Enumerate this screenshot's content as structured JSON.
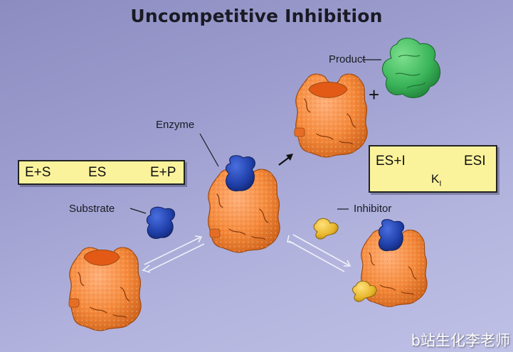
{
  "title": "Uncompetitive Inhibition",
  "labels": {
    "product": "Product",
    "enzyme": "Enzyme",
    "substrate": "Substrate",
    "inhibitor": "Inhibitor",
    "plus": "+"
  },
  "equation_left": {
    "e_s": "E+S",
    "es": "ES",
    "e_p": "E+P"
  },
  "equation_right": {
    "es_i": "ES+I",
    "esi": "ESI",
    "k": "K",
    "k_sub": "I"
  },
  "watermark": "b站生化李老师",
  "colors": {
    "enzyme": "#f58a3c",
    "substrate": "#1f3fa8",
    "product": "#3bb55a",
    "inhibitor": "#e6b52a",
    "equation_box": "#fbf39c"
  }
}
